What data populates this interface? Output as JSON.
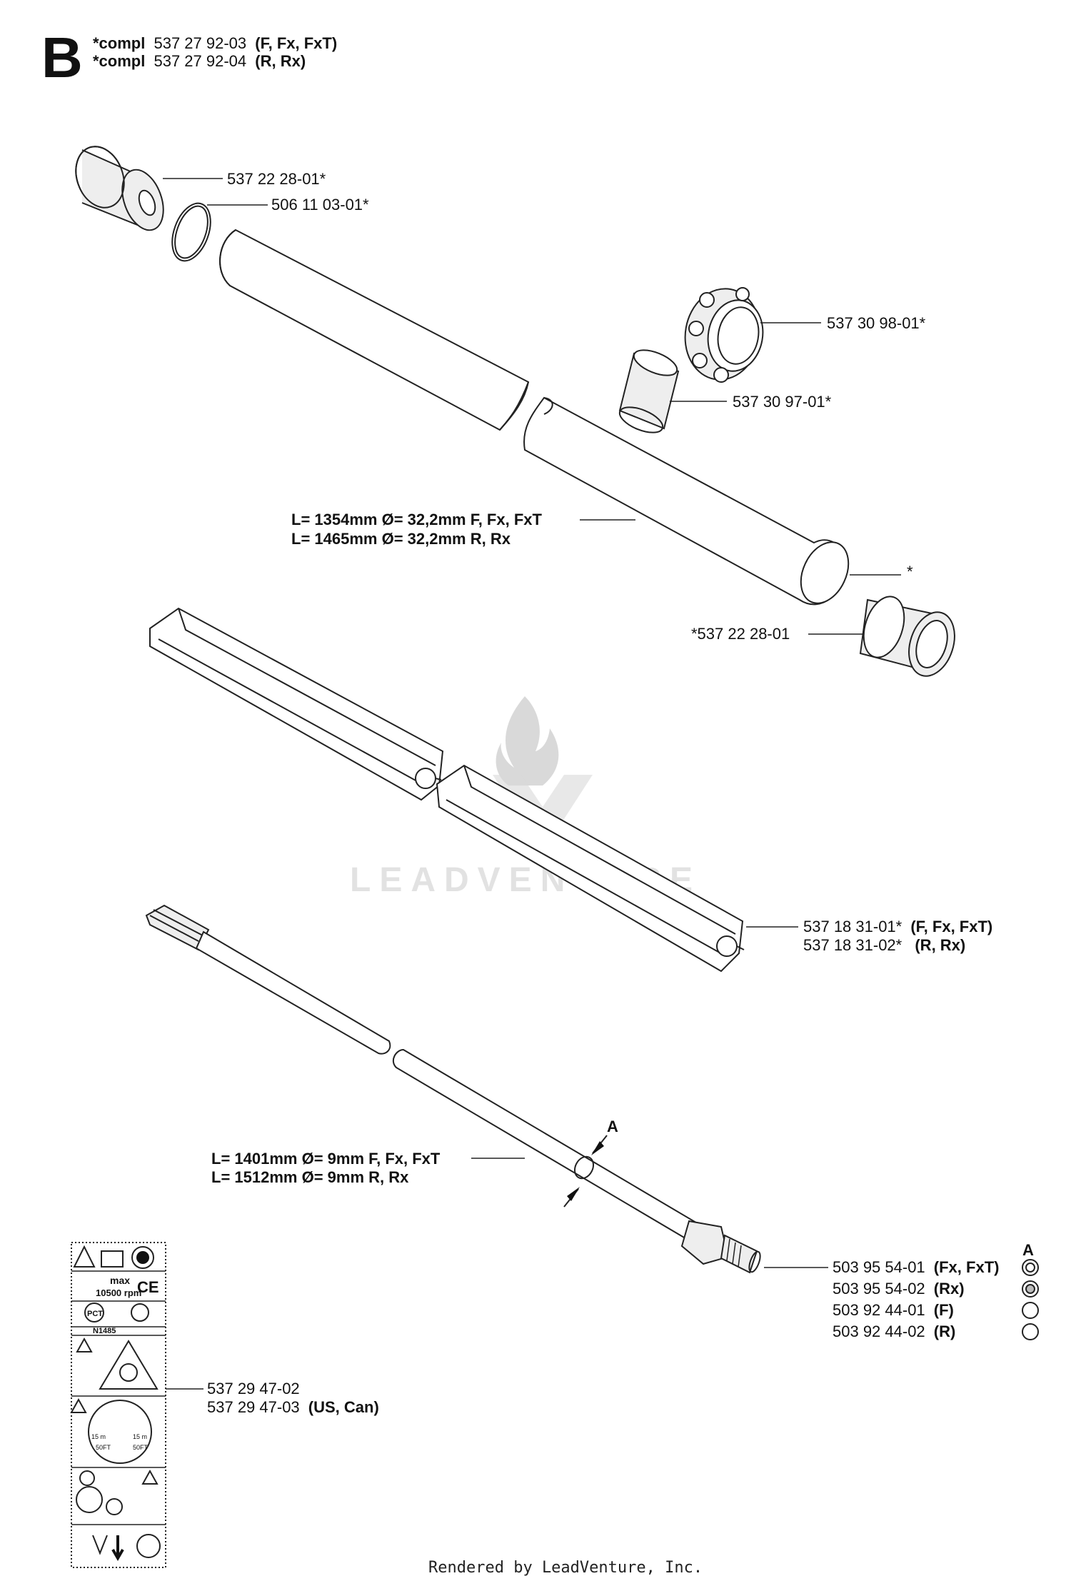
{
  "section": {
    "letter": "B",
    "compl_lines": [
      {
        "prefix": "*compl",
        "number": "537 27 92-03",
        "variants": "(F, Fx, FxT)"
      },
      {
        "prefix": "*compl",
        "number": "537 27 92-04",
        "variants": "(R, Rx)"
      }
    ]
  },
  "callouts": {
    "end_cap_top": "537 22 28-01*",
    "o_ring": "506 11 03-01*",
    "nut": "537 30 98-01*",
    "ring": "537 30 97-01*",
    "tube_star": "*",
    "tube_len_1": "L= 1354mm Ø= 32,2mm F, Fx, FxT",
    "tube_len_2": "L= 1465mm Ø= 32,2mm R, Rx",
    "end_cap_bottom": "*537 22 28-01",
    "liner_1_number": "537 18 31-01*",
    "liner_1_variants": "(F, Fx, FxT)",
    "liner_2_number": "537 18 31-02*",
    "liner_2_variants": "(R, Rx)",
    "shaft_len_1": "L= 1401mm Ø= 9mm F, Fx, FxT",
    "shaft_len_2": "L= 1512mm Ø= 9mm R, Rx",
    "section_mark": "A",
    "decal_1": "537 29 47-02",
    "decal_2_number": "537 29 47-03",
    "decal_2_variants": "(US, Can)"
  },
  "shaft_parts": {
    "column_header": "A",
    "rows": [
      {
        "number": "503 95 54-01",
        "variants": "(Fx, FxT)"
      },
      {
        "number": "503 95 54-02",
        "variants": "(Rx)"
      },
      {
        "number": "503 92 44-01",
        "variants": "(F)"
      },
      {
        "number": "503 92 44-02",
        "variants": "(R)"
      }
    ]
  },
  "decal_text": {
    "max": "max",
    "rpm": "10500 rpm",
    "ce": "CE",
    "pct": "PCT",
    "n": "N1485",
    "d15a": "15 m",
    "d50a": "50FT",
    "d15b": "15 m",
    "d50b": "50FT"
  },
  "watermark": "LEADVENTURE",
  "footer": "Rendered by LeadVenture, Inc."
}
